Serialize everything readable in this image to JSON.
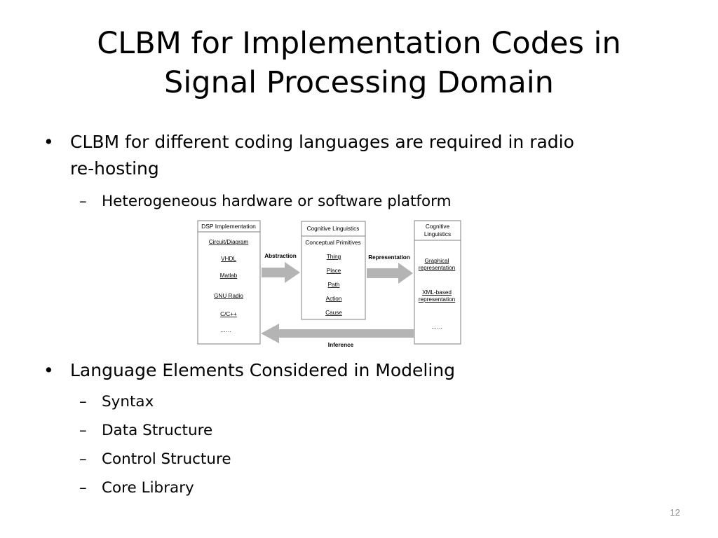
{
  "slide": {
    "title_line1": "CLBM for Implementation Codes in",
    "title_line2": "Signal Processing Domain",
    "page_number": "12"
  },
  "bullets": [
    {
      "line1": "CLBM for different coding languages are required in radio",
      "line2": "re-hosting",
      "subs": [
        "Heterogeneous hardware or software platform"
      ]
    },
    {
      "line1": "Language Elements Considered in Modeling",
      "subs": [
        "Syntax",
        "Data Structure",
        "Control Structure",
        "Core Library"
      ]
    }
  ],
  "symbols": {
    "bullet": "•",
    "dash": "–"
  },
  "diagram": {
    "left_box": {
      "header": "DSP Implementation",
      "items": [
        "Circuit/Diagram",
        "VHDL",
        "Matlab",
        "GNU Radio",
        "C/C++",
        "……"
      ]
    },
    "middle_box": {
      "header": "Cognitive Linguistics",
      "subheader": "Conceptual Primitives",
      "items": [
        "Thing",
        "Place",
        "Path",
        "Action",
        "Cause"
      ]
    },
    "right_box": {
      "header_line1": "Cognitive",
      "header_line2": "Linguistics",
      "item1_line1": "Graphical",
      "item1_line2": "representation",
      "item2_line1": "XML-based",
      "item2_line2": "representation",
      "ellipsis": "……"
    },
    "arrows": {
      "abstraction": "Abstraction",
      "representation": "Representation",
      "inference": "Inference"
    },
    "colors": {
      "arrow": "#b4b4b4",
      "box_border": "#808080"
    }
  }
}
